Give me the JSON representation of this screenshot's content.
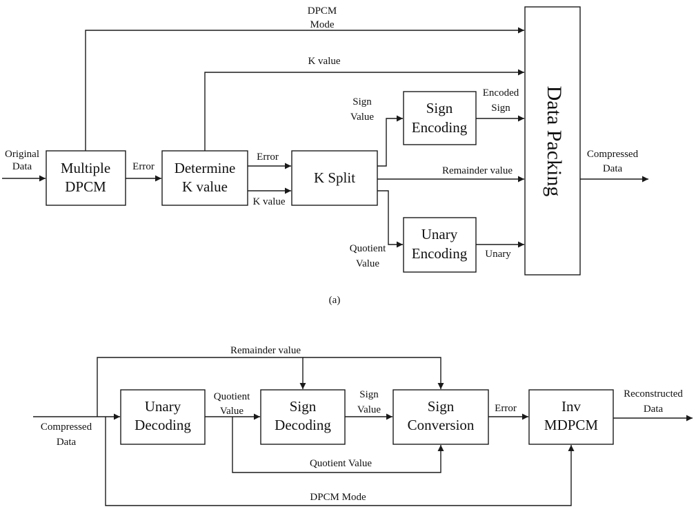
{
  "encoder": {
    "blocks": {
      "multiple_dpcm": [
        "Multiple",
        "DPCM"
      ],
      "determine_k": [
        "Determine",
        "K value"
      ],
      "k_split": [
        "K Split"
      ],
      "sign_encoding": [
        "Sign",
        "Encoding"
      ],
      "unary_encoding": [
        "Unary",
        "Encoding"
      ],
      "data_packing": "Data Packing"
    },
    "labels": {
      "original_data": [
        "Original",
        "Data"
      ],
      "error_1": "Error",
      "error_2": "Error",
      "k_value_small": "K value",
      "dpcm_mode": [
        "DPCM",
        "Mode"
      ],
      "k_value_top": "K value",
      "sign_value": [
        "Sign",
        "Value"
      ],
      "encoded_sign": [
        "Encoded",
        "Sign"
      ],
      "remainder_value": "Remainder value",
      "quotient_value": [
        "Quotient",
        "Value"
      ],
      "unary": "Unary",
      "compressed_data": [
        "Compressed",
        "Data"
      ]
    },
    "caption": "(a)"
  },
  "decoder": {
    "blocks": {
      "unary_decoding": [
        "Unary",
        "Decoding"
      ],
      "sign_decoding": [
        "Sign",
        "Decoding"
      ],
      "sign_conversion": [
        "Sign",
        "Conversion"
      ],
      "inv_mdpcm": [
        "Inv",
        "MDPCM"
      ]
    },
    "labels": {
      "compressed_data": [
        "Compressed",
        "Data"
      ],
      "remainder_value": "Remainder value",
      "quotient_value_1": [
        "Quotient",
        "Value"
      ],
      "sign_value": [
        "Sign",
        "Value"
      ],
      "error": "Error",
      "reconstructed_data": [
        "Reconstructed",
        "Data"
      ],
      "quotient_value_2": "Quotient Value",
      "dpcm_mode": "DPCM Mode"
    }
  }
}
